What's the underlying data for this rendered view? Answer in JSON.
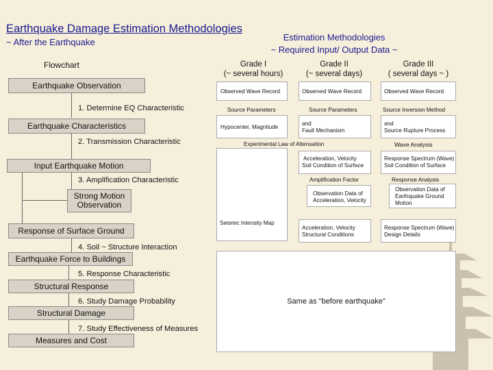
{
  "header": {
    "title": "Earthquake Damage Estimation Methodologies",
    "subtitle": "~ After the Earthquake",
    "right_title_line1": "Estimation Methodologies",
    "right_title_line2": "~ Required Input/ Output Data ~"
  },
  "flowchart": {
    "label": "Flowchart",
    "boxes": {
      "eq_observation": "Earthquake Observation",
      "eq_characteristics": "Earthquake Characteristics",
      "input_motion": "Input Earthquake Motion",
      "strong_motion_1": "Strong Motion",
      "strong_motion_2": "Observation",
      "surface_response": "Response of Surface Ground",
      "force_buildings": "Earthquake Force to Buildings",
      "structural_response": "Structural Response",
      "structural_damage": "Structural Damage",
      "measures_cost": "Measures and Cost"
    },
    "steps": {
      "s1": "1. Determine EQ Characteristic",
      "s2": "2. Transmission Characteristic",
      "s3": "3. Amplification Characteristic",
      "s4": "4. Soil ~ Structure Interaction",
      "s5": "5. Response Characteristic",
      "s6": "6. Study Damage Probability",
      "s7": "7. Study Effectiveness of Measures"
    }
  },
  "grades": {
    "g1_line1": "Grade I",
    "g1_line2": "(~ several hours)",
    "g2_line1": "Grade II",
    "g2_line2": "(~ several days)",
    "g3_line1": "Grade III",
    "g3_line2": "( several days ~ )"
  },
  "cells": {
    "obs1": "Observed Wave Record",
    "obs2": "Observed Wave Record",
    "obs3": "Observed Wave Record",
    "src1": "Source Parameters",
    "src2": "Source Parameters",
    "src3": "Source Inversion Method",
    "hypo": "Hypocenter, Magnitude",
    "and2": "and",
    "fault": "Fault Mechanism",
    "and3": "and",
    "rupture": "Source Rupture Process",
    "attenuation": "Experimental Law of Attenuation",
    "wave_analysis": "Wave Analysis",
    "accel_vel": "Acceleration, Velocity",
    "soil_cond": "Soil Condition of Surface",
    "resp_spec": "Response Spectrum (Wave)",
    "soil_cond3": "Soil Condition of Surface",
    "amp_factor": "Amplification Factor",
    "resp_analysis": "Response Analysis",
    "obs_data_1": "Observation Data of",
    "obs_data_2": "Acceleration, Velocity",
    "obs_data3_1": "Observation Data of",
    "obs_data3_2": "Earthquake Ground",
    "obs_data3_3": "Motion",
    "intensity_map": "Seismic Intensity Map",
    "accel_vel2": "Acceleration, Velocity",
    "struct_cond": "Structural Conditions",
    "resp_spec2": "Response Spectrum (Wave)",
    "design_details": "Design Details",
    "same_as": "Same as \"before earthquake\""
  },
  "colors": {
    "background": "#f6efdc",
    "title": "#1a1a8c",
    "box_fill": "#d9d2c6",
    "cell_fill": "#ffffff"
  }
}
